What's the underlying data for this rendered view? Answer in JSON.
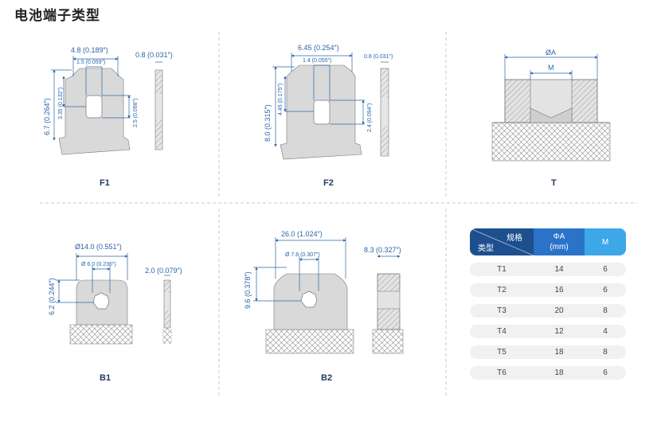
{
  "page": {
    "title": "电池端子类型"
  },
  "diagrams": {
    "F1": {
      "label": "F1",
      "width": "4.8 (0.189″)",
      "hole_w": "1.5 (0.059″)",
      "thickness": "0.8 (0.031″)",
      "height": "6.7 (0.264″)",
      "hole_pos": "3.35 (0.132″)",
      "hole_h": "2.5 (0.098″)"
    },
    "F2": {
      "label": "F2",
      "width": "6.45 (0.254″)",
      "hole_w": "1.4 (0.055″)",
      "thickness": "0.8 (0.031″)",
      "height": "8.0 (0.315″)",
      "hole_pos": "4.45 (0.175″)",
      "hole_h": "2.4 (0.094″)"
    },
    "T": {
      "label": "T",
      "outer": "ØA",
      "thread": "M"
    },
    "B1": {
      "label": "B1",
      "dia": "Ø14.0 (0.551″)",
      "hole": "Ø 6.0 (0.236″)",
      "thickness": "2.0 (0.079″)",
      "height": "6.2 (0.244″)"
    },
    "B2": {
      "label": "B2",
      "width": "26.0 (1.024″)",
      "hole": "Ø 7.8 (0.307″)",
      "thickness": "8.3 (0.327″)",
      "height": "9.6 (0.378″)"
    }
  },
  "table": {
    "header_top": "规格",
    "header_bottom": "类型",
    "col_a_line1": "ΦA",
    "col_a_line2": "(mm)",
    "col_m": "M",
    "rows": [
      {
        "type": "T1",
        "a": "14",
        "m": "6"
      },
      {
        "type": "T2",
        "a": "16",
        "m": "6"
      },
      {
        "type": "T3",
        "a": "20",
        "m": "8"
      },
      {
        "type": "T4",
        "a": "12",
        "m": "4"
      },
      {
        "type": "T5",
        "a": "18",
        "m": "8"
      },
      {
        "type": "T6",
        "a": "18",
        "m": "6"
      }
    ]
  }
}
